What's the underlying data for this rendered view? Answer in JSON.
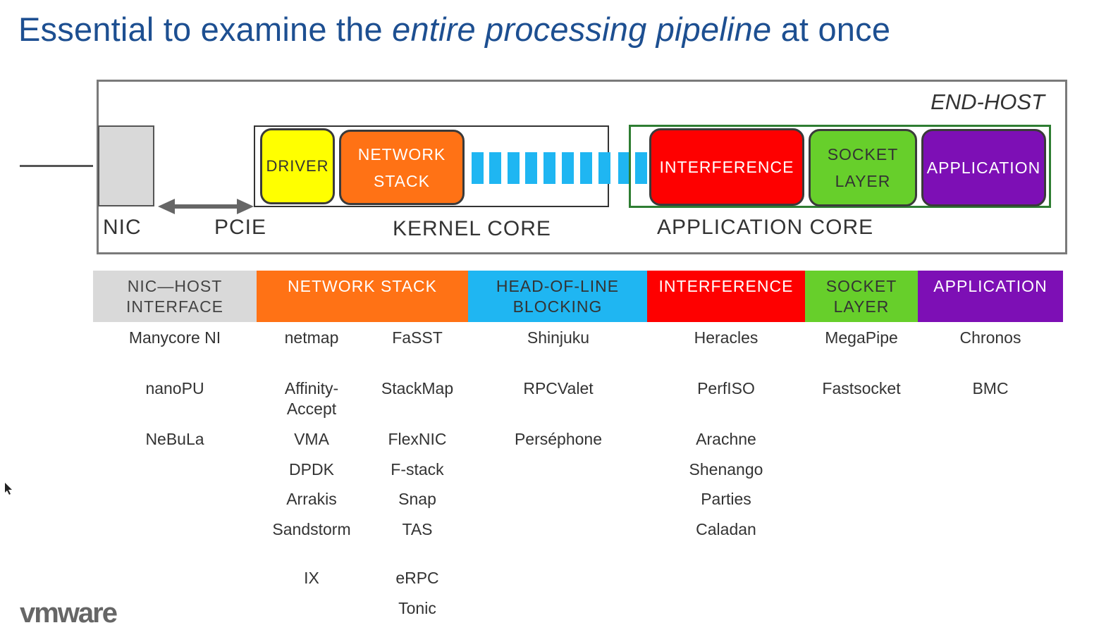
{
  "title": {
    "part1": "Essential to examine the ",
    "emph": "entire processing pipeline",
    "part2": " at once"
  },
  "diagram": {
    "endhost_label": "END-HOST",
    "nic_label": "NIC",
    "pcie_label": "PCIE",
    "kernel_core_label": "KERNEL CORE",
    "application_core_label": "APPLICATION CORE",
    "stages": {
      "driver": "DRIVER",
      "network_stack_line1": "NETWORK",
      "network_stack_line2": "STACK",
      "interference": "INTERFERENCE",
      "socket_layer_line1": "SOCKET",
      "socket_layer_line2": "LAYER",
      "application": "APPLICATION"
    }
  },
  "colors": {
    "title": "#1d4f91",
    "nic_host": "#d9d9d9",
    "network_stack": "#ff7215",
    "head_of_line": "#1fb6f2",
    "interference": "#fe0000",
    "socket_layer": "#67cf2b",
    "application": "#7d0fb5",
    "driver": "#ffff00"
  },
  "categories": [
    {
      "line1": "NIC—HOST",
      "line2": "INTERFACE"
    },
    {
      "line1": "NETWORK STACK",
      "line2": ""
    },
    {
      "line1": "HEAD-OF-LINE",
      "line2": "BLOCKING"
    },
    {
      "line1": "INTERFERENCE",
      "line2": ""
    },
    {
      "line1": "SOCKET",
      "line2": "LAYER"
    },
    {
      "line1": "APPLICATION",
      "line2": ""
    }
  ],
  "systems": {
    "nic_host": [
      "Manycore NI",
      "nanoPU",
      "NeBuLa"
    ],
    "network_stack_a": [
      "netmap",
      "Affinity-",
      "Accept",
      "VMA",
      "DPDK",
      "Arrakis",
      "Sandstorm",
      "IX"
    ],
    "network_stack_b": [
      "FaSST",
      "StackMap",
      "FlexNIC",
      "F-stack",
      "Snap",
      "TAS",
      "eRPC",
      "Tonic"
    ],
    "head_of_line": [
      "Shinjuku",
      "RPCValet",
      "Perséphone"
    ],
    "interference": [
      "Heracles",
      "PerfISO",
      "Arachne",
      "Shenango",
      "Parties",
      "Caladan"
    ],
    "socket_layer": [
      "MegaPipe",
      "Fastsocket"
    ],
    "application": [
      "Chronos",
      "BMC"
    ]
  },
  "logo": "vmware"
}
